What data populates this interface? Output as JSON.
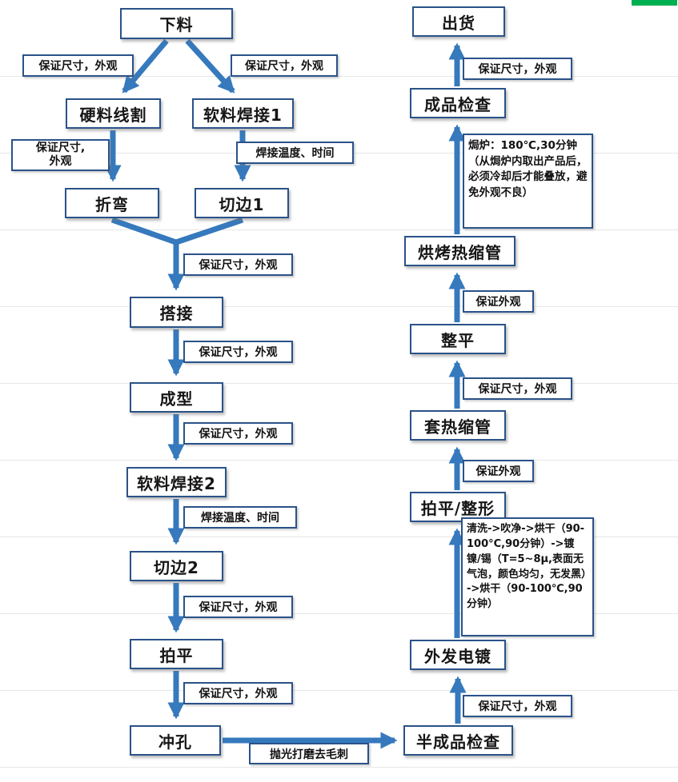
{
  "colors": {
    "arrow": "#3679bd",
    "box_border": "#2a5288",
    "corner_mark": "#00b050"
  },
  "nodes": {
    "blanking": "下料",
    "hard_wire_cut": "硬料线割",
    "soft_weld_1": "软料焊接1",
    "bending": "折弯",
    "trim_1": "切边1",
    "lap_joint": "搭接",
    "forming": "成型",
    "soft_weld_2": "软料焊接2",
    "trim_2": "切边2",
    "flatten": "拍平",
    "punching": "冲孔",
    "semi_inspection": "半成品检查",
    "outsourced_plating": "外发电镀",
    "flatten_reshape": "拍平/整形",
    "sleeve_tube": "套热缩管",
    "leveling": "整平",
    "bake_tube": "烘烤热缩管",
    "final_inspection": "成品检查",
    "shipping": "出货"
  },
  "labels": {
    "size_appearance_branch_left": "保证尺寸，外观",
    "size_appearance_branch_right": "保证尺寸，外观",
    "size_appearance_wirecut": "保证尺寸,\n外观",
    "weld_temp_time_1": "焊接温度、时间",
    "size_appearance_merge": "保证尺寸，外观",
    "size_appearance_lap": "保证尺寸，外观",
    "size_appearance_forming": "保证尺寸，外观",
    "weld_temp_time_2": "焊接温度、时间",
    "size_appearance_trim2": "保证尺寸，外观",
    "size_appearance_flatten": "保证尺寸，外观",
    "deburr": "抛光打磨去毛刺",
    "size_appearance_semi": "保证尺寸，外观",
    "plating_process": "清洗->吹净->烘干（90-100°C,90分钟）->镀镍/锡（T=5~8µ,表面无气泡，颜色均匀，无发黑）->烘干（90-100℃,90分钟）",
    "appearance_sleeve": "保证外观",
    "size_appearance_tube": "保证尺寸，外观",
    "appearance_level": "保证外观",
    "oven_note": "焗炉：180℃,30分钟（从焗炉内取出产品后，必须冷却后才能叠放，避免外观不良）",
    "size_appearance_final": "保证尺寸，外观"
  }
}
